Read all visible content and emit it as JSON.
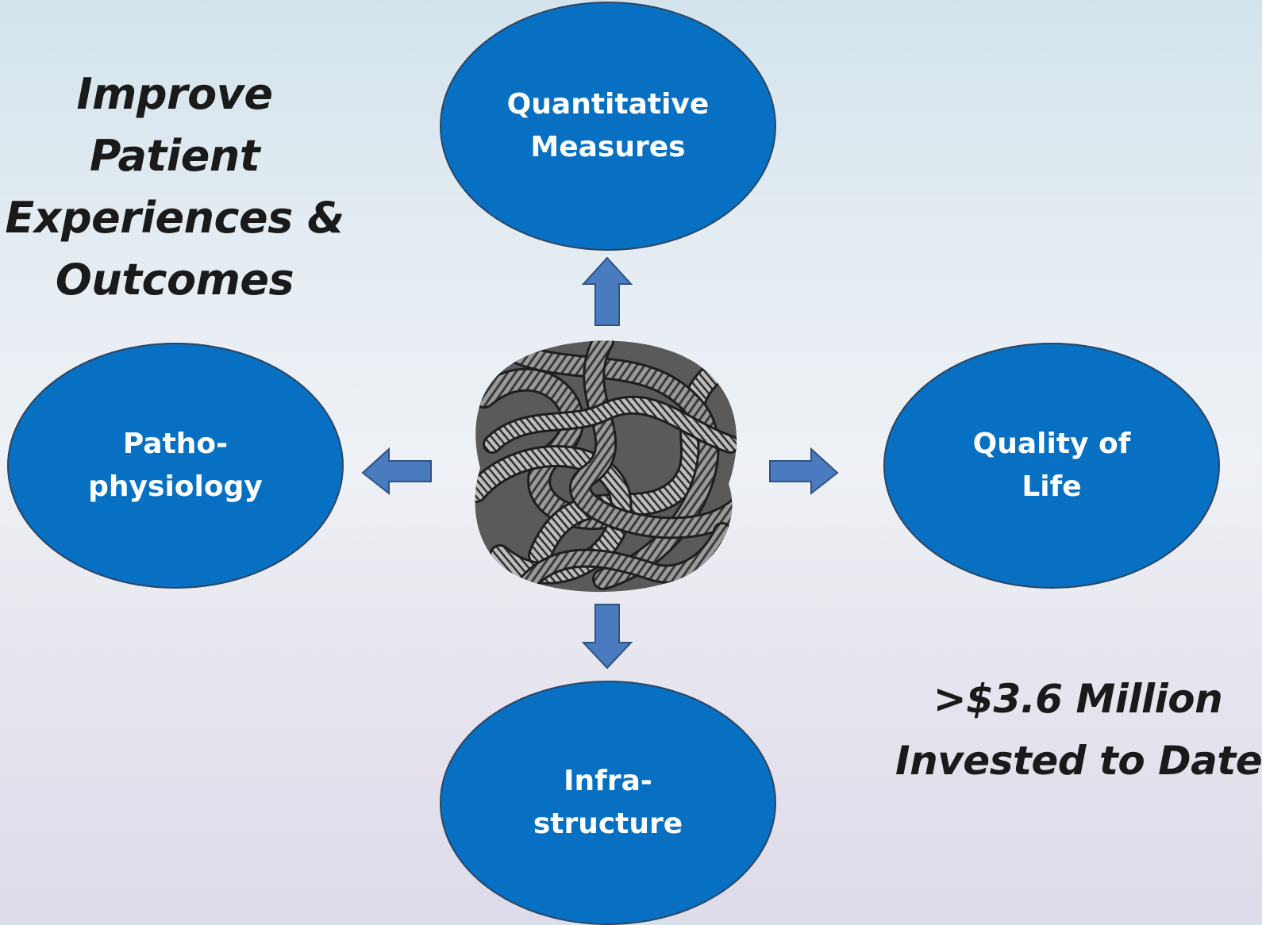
{
  "taglines": {
    "goal": [
      "Improve Patient",
      "Experiences &",
      "Outcomes"
    ],
    "investment": [
      ">$3.6 Million",
      "Invested to Date"
    ]
  },
  "center": {
    "image": "tangled-rope-ball"
  },
  "nodes": {
    "top": "Quantitative\nMeasures",
    "left": "Patho-\nphysiology",
    "right": "Quality of\nLife",
    "bottom": "Infra-\nstructure"
  },
  "colors": {
    "node_fill": "#0870c2",
    "node_border": "#2a4563",
    "arrow_fill": "#4a7bbf",
    "arrow_stroke": "#2f5280",
    "tagline_text": "#1a1a1a"
  }
}
